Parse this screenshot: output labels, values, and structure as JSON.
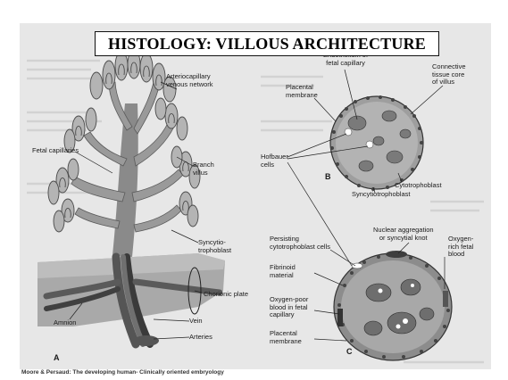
{
  "slide": {
    "title": "HISTOLOGY:  VILLOUS ARCHITECTURE",
    "source": "Moore & Persaud: The developing human- Clinically oriented embryology"
  },
  "figure_a": {
    "panel_letter": "A",
    "labels": {
      "arteriocapillary": [
        "Arteriocapillary",
        "venous network"
      ],
      "fetal_capillaries": "Fetal capillaries",
      "branch_villus": [
        "Branch",
        "villus"
      ],
      "syncytiotrophoblast": [
        "Syncytio-",
        "trophoblast"
      ],
      "chorionic_plate": "Chorionic plate",
      "amnion": "Amnion",
      "vein": "Vein",
      "arteries": "Arteries"
    }
  },
  "figure_b": {
    "panel_letter": "B",
    "labels": {
      "endothelium": [
        "Endothelium of",
        "fetal capillary"
      ],
      "placental_membrane": [
        "Placental",
        "membrane"
      ],
      "connective_tissue": [
        "Connective",
        "tissue core",
        "of villus"
      ],
      "hofbauer": [
        "Hofbauer",
        "cells"
      ],
      "cytotrophoblast": "Cytotrophoblast",
      "syncytiotrophoblast": "Syncytiotrophoblast"
    }
  },
  "figure_c": {
    "panel_letter": "C",
    "labels": {
      "persisting": [
        "Persisting",
        "cytotrophoblast cells"
      ],
      "nuclear_aggregation": [
        "Nuclear aggregation",
        "or syncytial knot"
      ],
      "oxygen_rich": [
        "Oxygen-",
        "rich fetal",
        "blood"
      ],
      "fibrinoid": [
        "Fibrinoid",
        "material"
      ],
      "oxygen_poor": [
        "Oxygen-poor",
        "blood in fetal",
        "capillary"
      ],
      "placental_membrane": [
        "Placental",
        "membrane"
      ]
    }
  }
}
